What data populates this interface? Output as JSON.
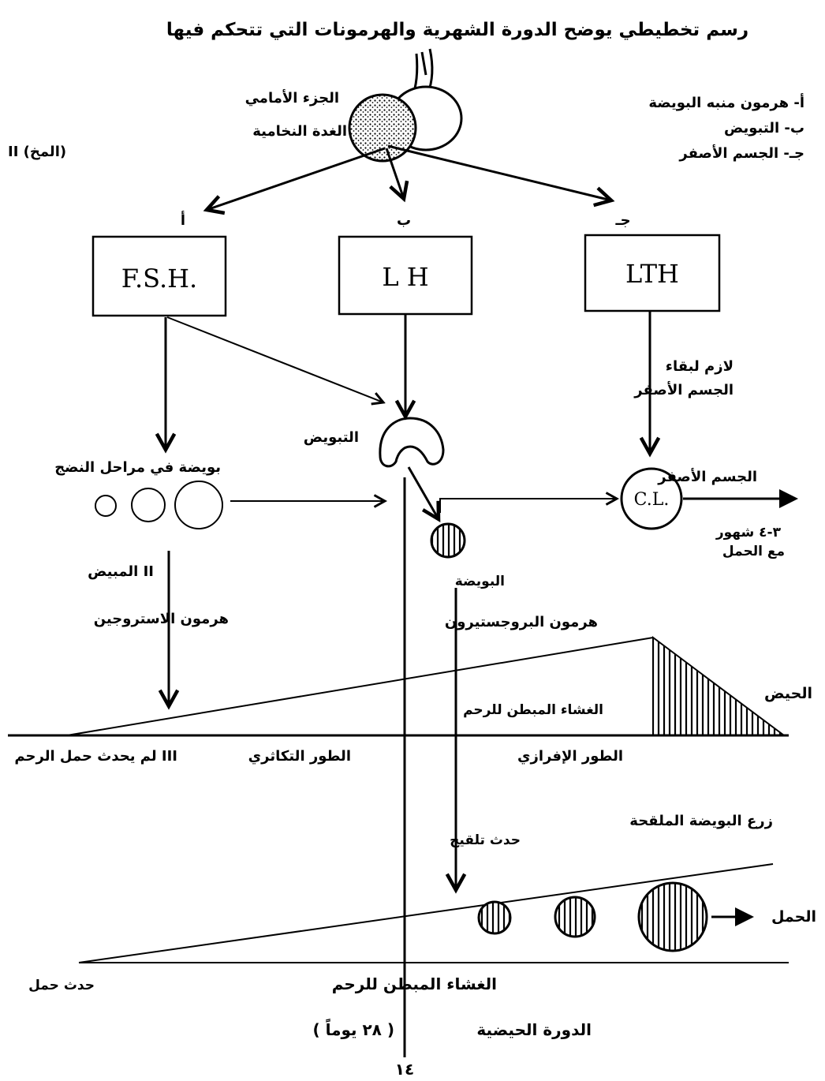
{
  "title": "رسم تخطيطي يوضح الدورة الشهرية والهرمونات التي تتحكم فيها",
  "pituitary": {
    "anterior_label": "الجزء الأمامي",
    "gland_label": "الغدة النخامية",
    "brain_ref": "II (المخ)"
  },
  "legend": [
    "أ- هرمون منبه البويضة",
    "ب- التبويض",
    "جـ- الجسم الأصفر"
  ],
  "branches": {
    "a": "أ",
    "b": "ب",
    "c": "جـ"
  },
  "hormones": {
    "fsh": "F.S.H.",
    "lh": "L H",
    "lth": "LTH"
  },
  "lth_note": {
    "line1": "لازم لبقاء",
    "line2": "الجسم الأصفر"
  },
  "ovulation_label": "التبويض",
  "follicles_label": "بويضة في مراحل النضج",
  "corpus_luteum": {
    "abbr": "C.L.",
    "label": "الجسم الأصفر",
    "months": "٣-٤ شهور",
    "pregnancy": "مع الحمل"
  },
  "ovary_label": "المبيض II",
  "ovum_label": "البويضة",
  "estrogen_label": "هرمون الاستروجين",
  "progesterone_label": "هرمون البروجستيرون",
  "menstruation_label": "الحيض",
  "endometrium_label": "الغشاء المبطن للرحم",
  "no_pregnancy_label": "لم يحدث حمل الرحم III",
  "proliferative_label": "الطور التكاثري",
  "secretory_label": "الطور الإفرازي",
  "implantation_label": "زرع البويضة الملقحة",
  "fertilization_label": "حدث تلقيح",
  "pregnancy_label": "الحمل",
  "pregnancy_occurred_label": "حدث حمل",
  "endometrium_bottom_label": "الغشاء المبطن للرحم",
  "cycle_label": "الدورة الحيضية",
  "cycle_days": "( ٢٨ يوماً )",
  "day_marker": "١٤"
}
